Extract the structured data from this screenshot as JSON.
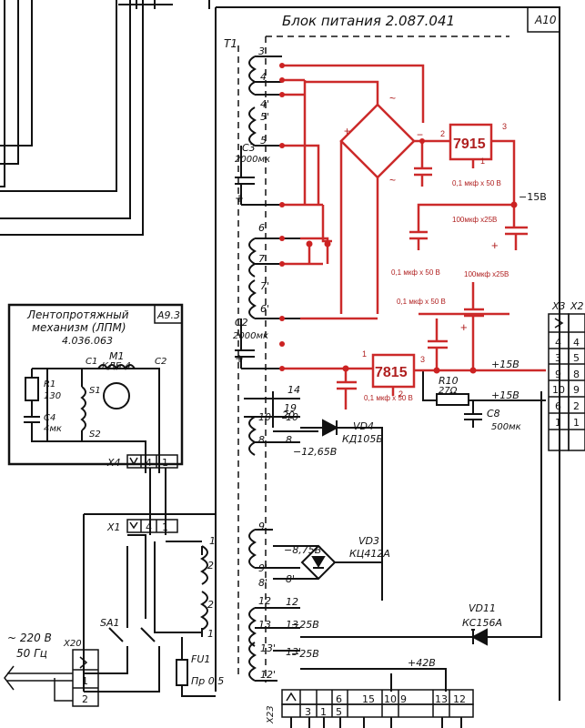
{
  "block_a10": {
    "title": "Блок питания 2.087.041",
    "ref": "А10",
    "transformer": "Т1",
    "pins": [
      "3",
      "4",
      "4'",
      "5'",
      "5",
      "6",
      "7",
      "7'",
      "6'",
      "10",
      "8",
      "9",
      "8'",
      "9'",
      "12",
      "13",
      "13'",
      "12'"
    ],
    "cap_c3": "C3",
    "cap_c3_val": "2000мк",
    "cap_c2": "C2",
    "cap_c2_val": "2000мк",
    "minus_12_65": "−12,65В",
    "minus_8_75": "−8,75В",
    "minus_25a": "−25В",
    "minus_25b": "−25В",
    "vd4": "VD4",
    "vd4_type": "КД105Б",
    "vd3": "VD3",
    "vd3_type": "КЦ412А",
    "vd11": "VD11",
    "vd11_type": "КС156А",
    "r10": "R10",
    "r10_val": "27Ω",
    "c8": "C8",
    "c8_val": "500мк",
    "plus_15a": "+15В",
    "plus_15b": "+15В",
    "plus_42": "+42В",
    "pin_14": "14",
    "pin_19": "19",
    "pin_20": "20",
    "x3": "X3",
    "x2": "X2",
    "x3_pins": [
      "4",
      "3",
      "9",
      "10",
      "6",
      "1"
    ],
    "x2_pins": [
      "4",
      "5",
      "8",
      "9",
      "2",
      "1"
    ],
    "x23": "X23",
    "x23_pins": [
      "3",
      "1",
      "5",
      "6",
      "15",
      "10",
      "9",
      "13",
      "12"
    ]
  },
  "mod_red": {
    "ic1": "7915",
    "ic2": "7815",
    "ic1_pins": [
      "2",
      "3",
      "1"
    ],
    "ic2_pins": [
      "1",
      "3",
      "2"
    ],
    "minus15": "−15В",
    "c_a": "0,1  мкф х 50 В",
    "c_b": "100мкф х25В",
    "c_c": "0,1 мкф х 50 В",
    "c_d": "100мкф х25В",
    "c_e": "0,1 мкф х 50 В",
    "c_f": "0,1 мкф х 50 В",
    "plus": "+",
    "minus": "−",
    "tilde": "~"
  },
  "block_a9": {
    "title1": "Лентопротяжный",
    "title2": "механизм (ЛПМ)",
    "title3": "4.036.063",
    "ref": "А9.3",
    "m1": "М1",
    "m1_type": "КДБ-4",
    "c1": "C1",
    "c2": "C2",
    "s1": "S1",
    "s2": "S2",
    "r1": "R1",
    "r1_val": "130",
    "c4": "C4",
    "c4_val": "4мк",
    "x4": "X4",
    "x4_pins": [
      "4",
      "1"
    ]
  },
  "mains": {
    "x1": "X1",
    "x1_pins": [
      "4",
      "1"
    ],
    "voltage": "~ 220 В",
    "freq": "50 Гц",
    "x20": "X20",
    "x20_pins": [
      "1",
      "2"
    ],
    "sa1": "SA1",
    "fu1": "FU1",
    "fu1_val": "Пр 0,5",
    "tr_pins": [
      "1",
      "2",
      "2'",
      "1'"
    ]
  }
}
